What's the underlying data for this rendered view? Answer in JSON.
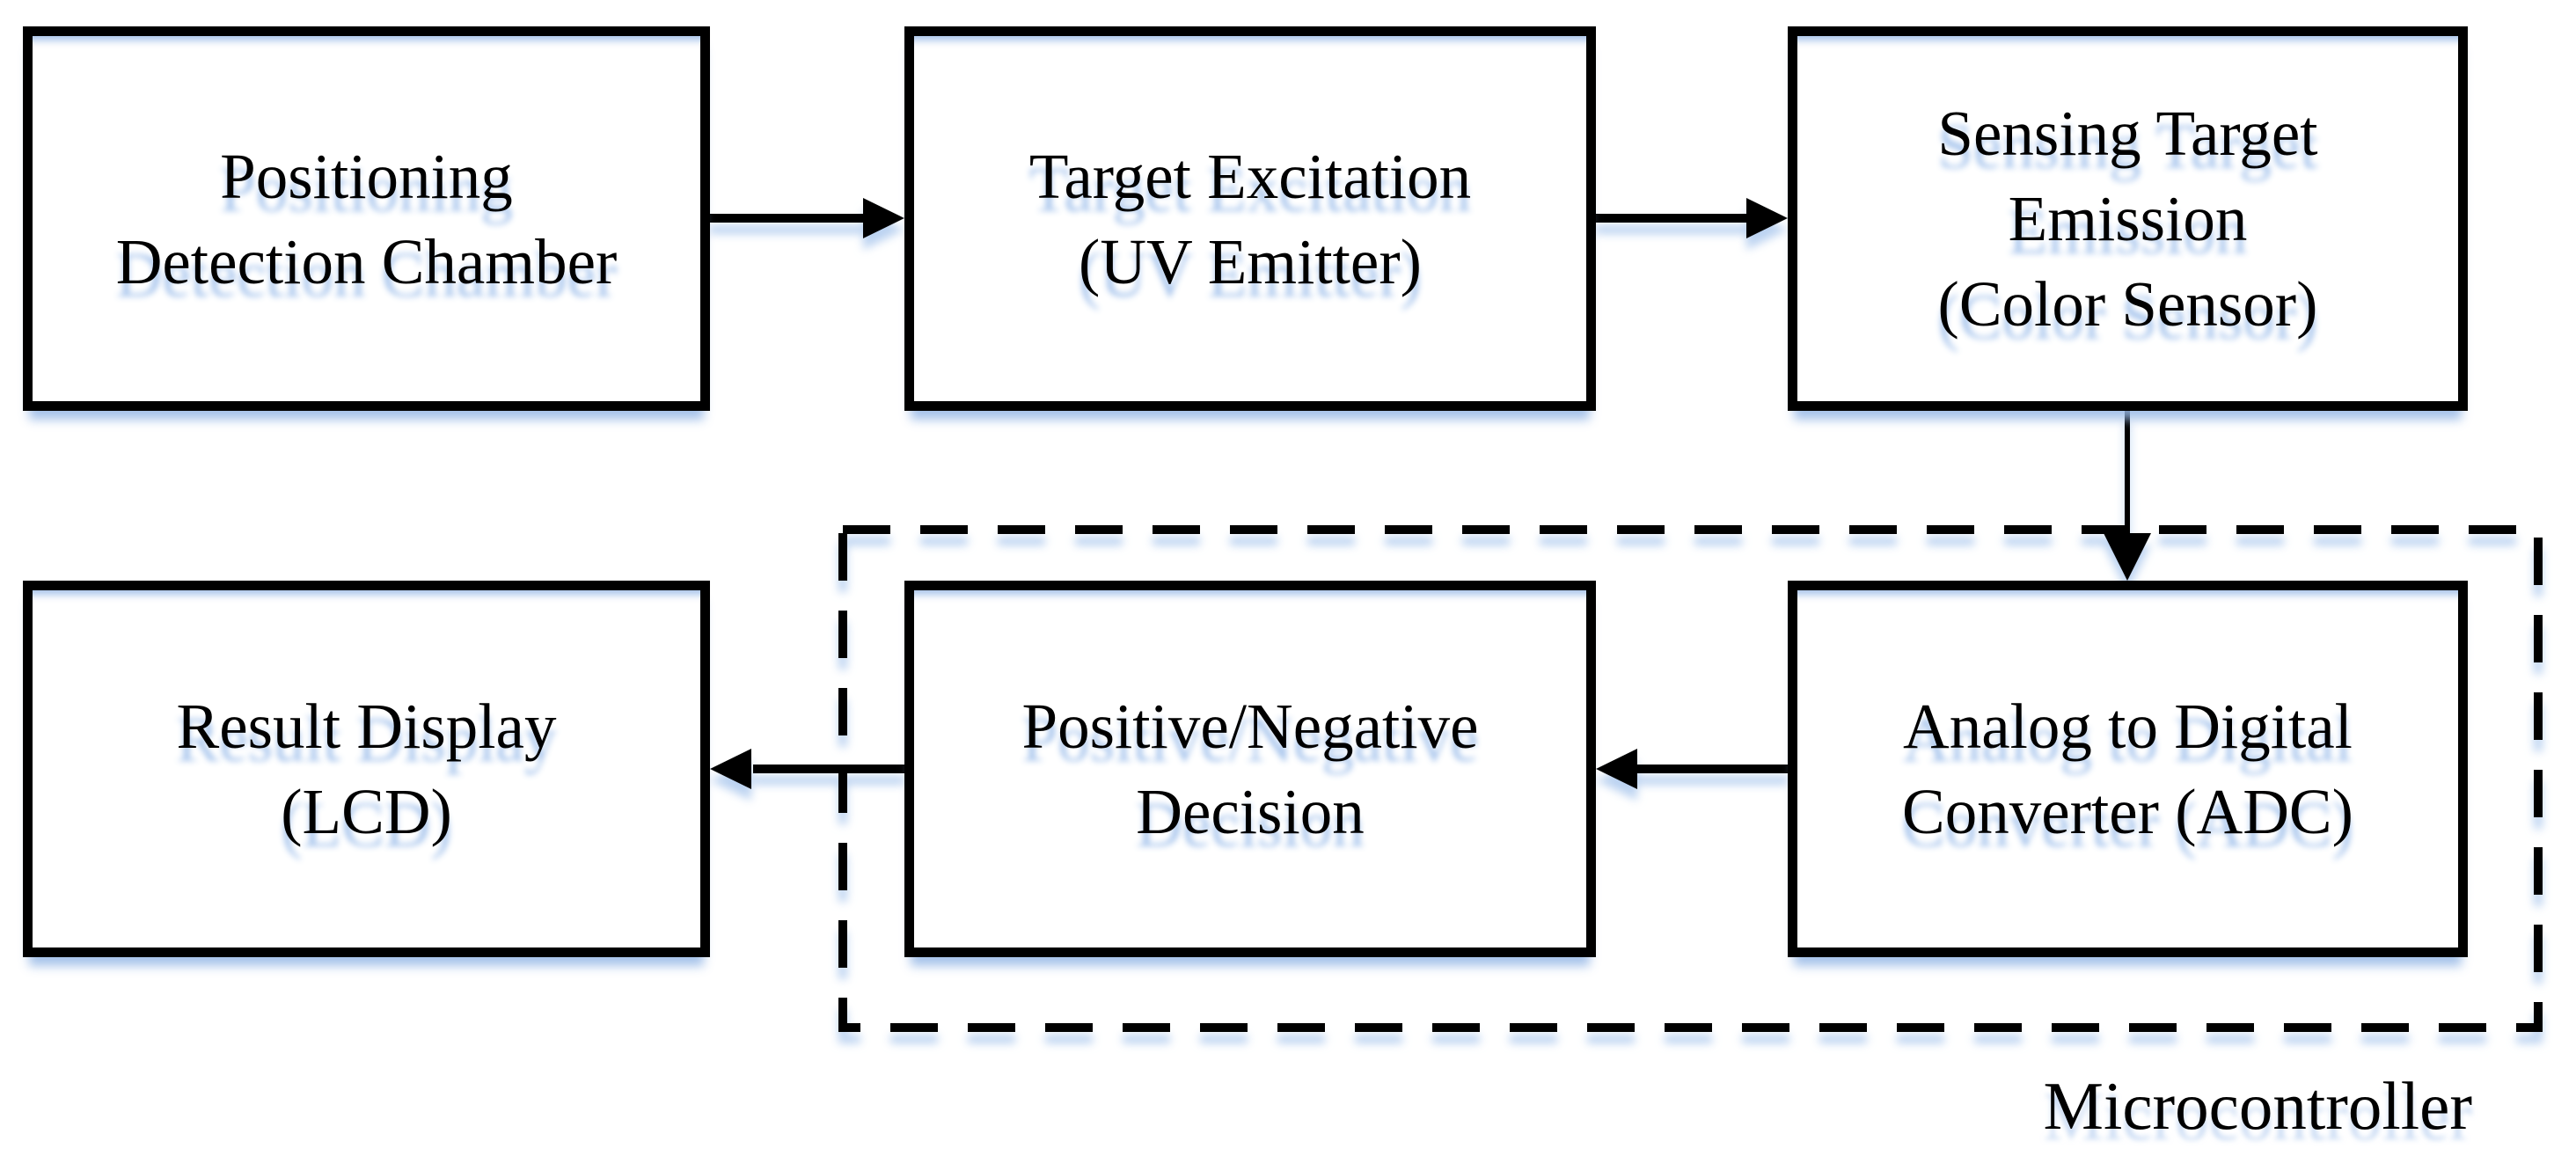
{
  "diagram": {
    "type": "block-flow",
    "blocks": {
      "positioning": {
        "line1": "Positioning",
        "line2": "Detection Chamber"
      },
      "excitation": {
        "line1": "Target Excitation",
        "line2": "(UV Emitter)"
      },
      "sensing": {
        "line1": "Sensing Target",
        "line2": "Emission",
        "line3": "(Color Sensor)"
      },
      "result": {
        "line1": "Result Display",
        "line2": "(LCD)"
      },
      "decision": {
        "line1": "Positive/Negative",
        "line2": "Decision"
      },
      "adc": {
        "line1": "Analog to Digital",
        "line2": "Converter (ADC)"
      }
    },
    "container": {
      "label": "Microcontroller",
      "style": "dashed",
      "contains": [
        "adc",
        "decision"
      ]
    },
    "connections": [
      {
        "from": "positioning",
        "to": "excitation"
      },
      {
        "from": "excitation",
        "to": "sensing"
      },
      {
        "from": "sensing",
        "to": "adc"
      },
      {
        "from": "adc",
        "to": "decision"
      },
      {
        "from": "decision",
        "to": "result"
      }
    ],
    "colors": {
      "line": "#000000",
      "background": "#ffffff",
      "glow": "#a0c0eb"
    }
  }
}
